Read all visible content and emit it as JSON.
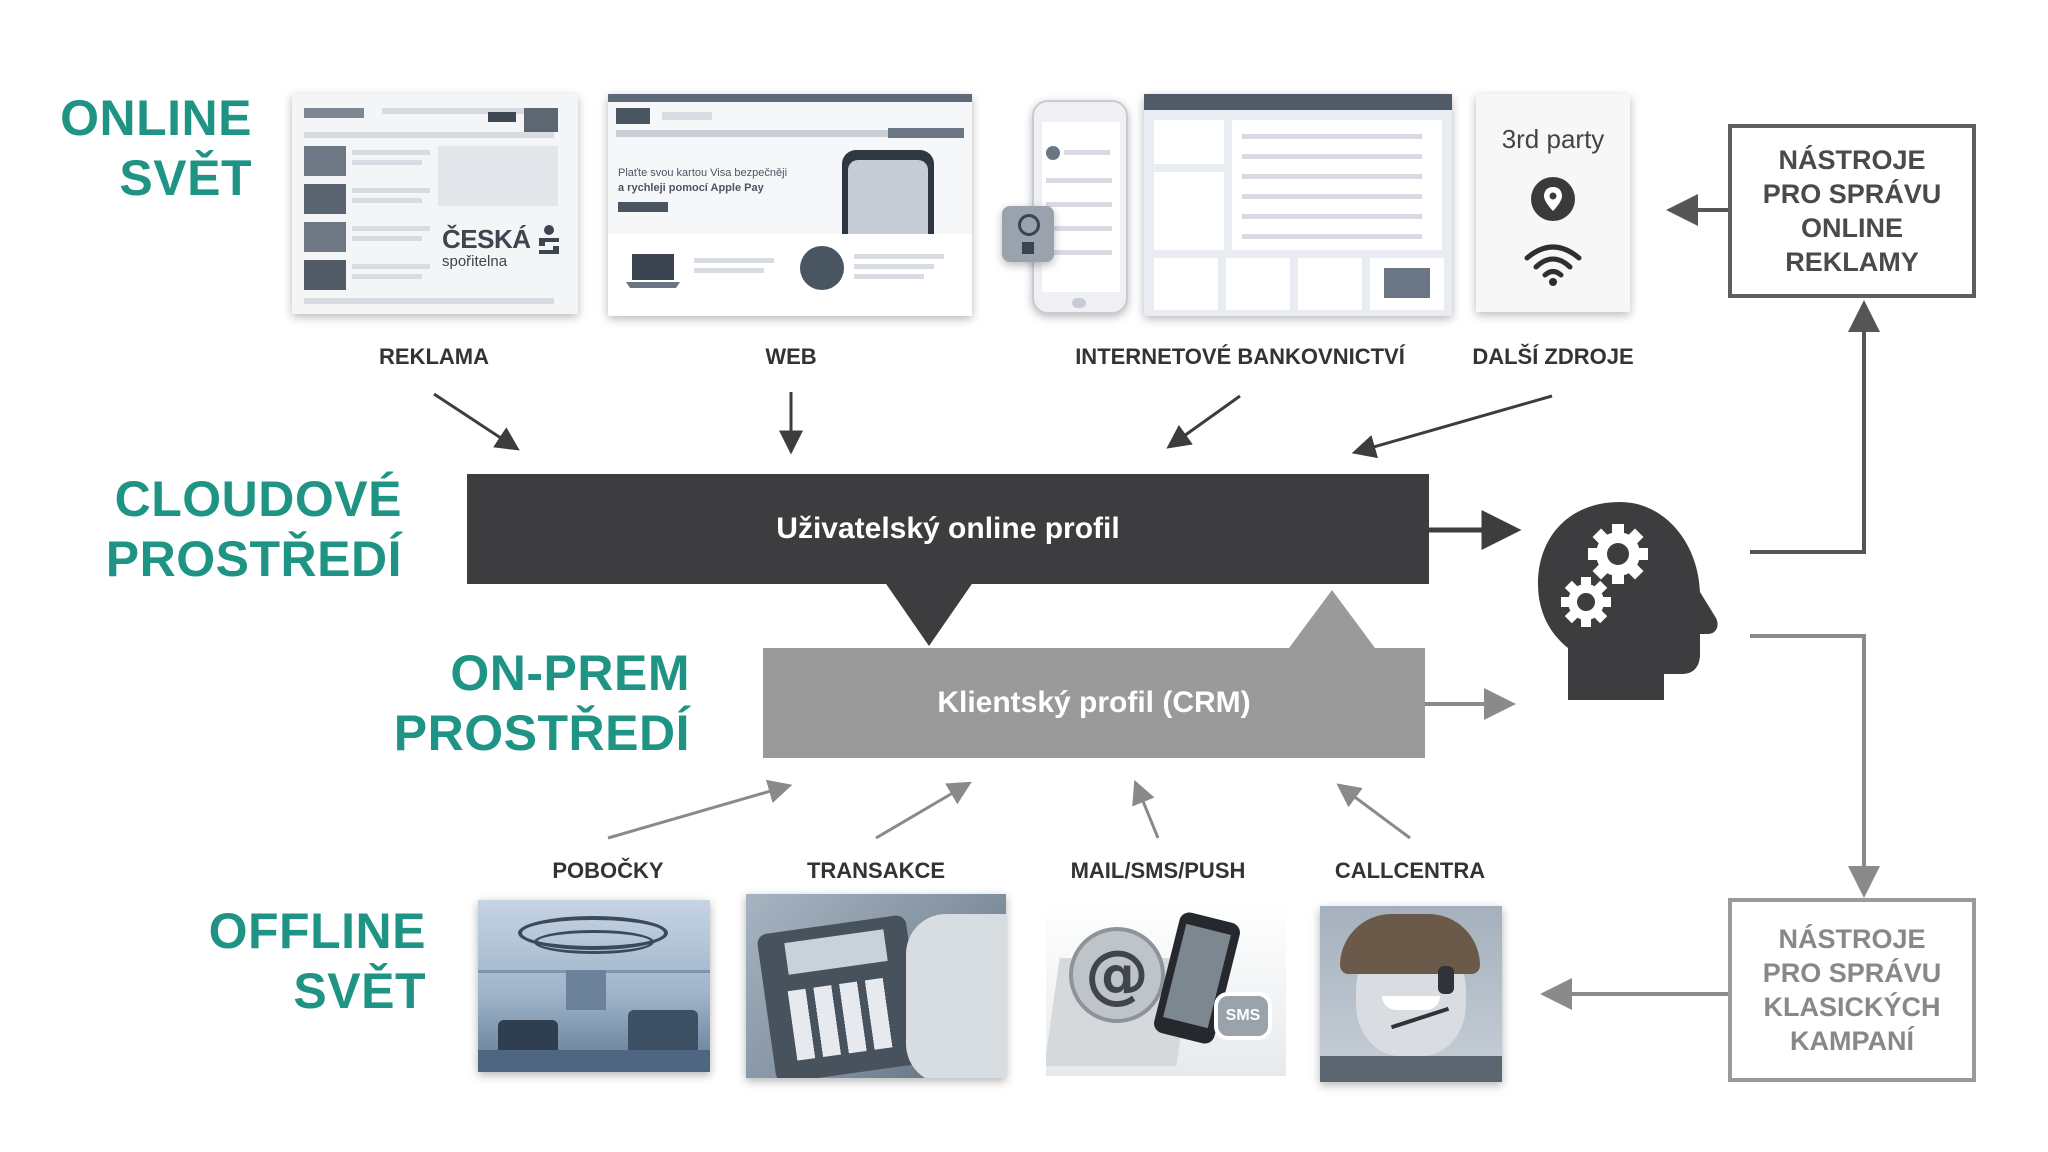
{
  "zones": {
    "online": [
      "ONLINE",
      "SVĚT"
    ],
    "cloud": [
      "CLOUDOVÉ",
      "PROSTŘEDÍ"
    ],
    "onprem": [
      "ON-PREM",
      "PROSTŘEDÍ"
    ],
    "offline": [
      "OFFLINE",
      "SVĚT"
    ]
  },
  "online_sources": {
    "reklama": "REKLAMA",
    "web": "WEB",
    "banking": "INTERNETOVÉ BANKOVNICTVÍ",
    "other": "DALŠÍ ZDROJE"
  },
  "ad_brand": [
    "ČESKÁ",
    "spořitelna"
  ],
  "web_text": [
    "Plaťte svou kartou Visa bezpečněji",
    "a rychleji pomocí Apple Pay"
  ],
  "third_party": "3rd party",
  "profiles": {
    "online": "Uživatelský online profil",
    "crm": "Klientský profil (CRM)"
  },
  "tools": {
    "online": [
      "NÁSTROJE",
      "PRO SPRÁVU",
      "ONLINE",
      "REKLAMY"
    ],
    "classic": [
      "NÁSTROJE",
      "PRO SPRÁVU",
      "KLASICKÝCH",
      "KAMPANÍ"
    ]
  },
  "offline_sources": {
    "branches": "POBOČKY",
    "transactions": "TRANSAKCE",
    "messaging": "MAIL/SMS/PUSH",
    "callcenter": "CALLCENTRA"
  },
  "sms_label": "SMS",
  "icons": [
    "location-pin-icon",
    "wifi-icon",
    "brain-gears-icon",
    "at-sign-icon"
  ],
  "colors": {
    "zone_teal": "#1f9485",
    "online_profile": "#3d3d3f",
    "crm_profile": "#9a9a9a",
    "arrow_dark": "#3d3d3f",
    "arrow_gray": "#8a8a8a"
  }
}
